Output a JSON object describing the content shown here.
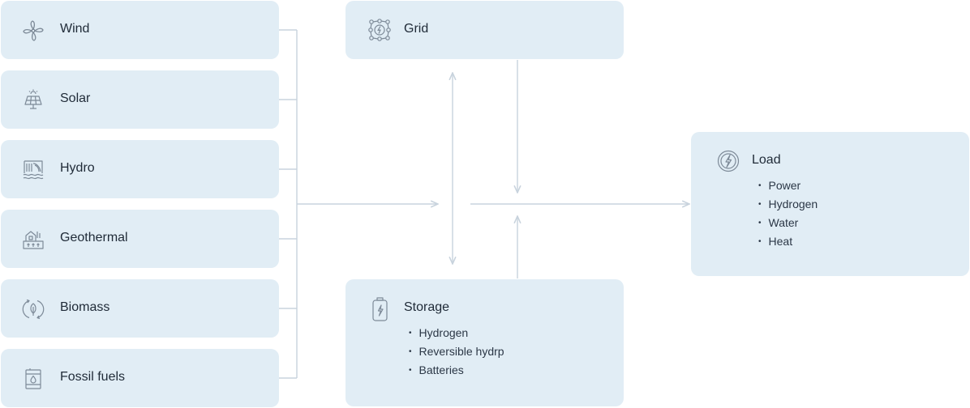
{
  "sources": [
    {
      "id": "wind",
      "label": "Wind",
      "icon": "wind-turbine-icon"
    },
    {
      "id": "solar",
      "label": "Solar",
      "icon": "solar-panel-icon"
    },
    {
      "id": "hydro",
      "label": "Hydro",
      "icon": "hydro-dam-icon"
    },
    {
      "id": "geothermal",
      "label": "Geothermal",
      "icon": "geothermal-icon"
    },
    {
      "id": "biomass",
      "label": "Biomass",
      "icon": "biomass-leaf-icon"
    },
    {
      "id": "fossil",
      "label": "Fossil fuels",
      "icon": "fossil-fuel-barrel-icon"
    }
  ],
  "grid": {
    "label": "Grid",
    "icon": "grid-icon"
  },
  "storage": {
    "label": "Storage",
    "icon": "battery-icon",
    "items": [
      "Hydrogen",
      "Reversible hydrp",
      "Batteries"
    ]
  },
  "load": {
    "label": "Load",
    "icon": "power-load-icon",
    "items": [
      "Power",
      "Hydrogen",
      "Water",
      "Heat"
    ]
  },
  "colors": {
    "box_fill": "#e1edf5",
    "connector": "#c8d3dd",
    "icon_stroke": "#7d8a98",
    "text": "#1f2a37"
  }
}
